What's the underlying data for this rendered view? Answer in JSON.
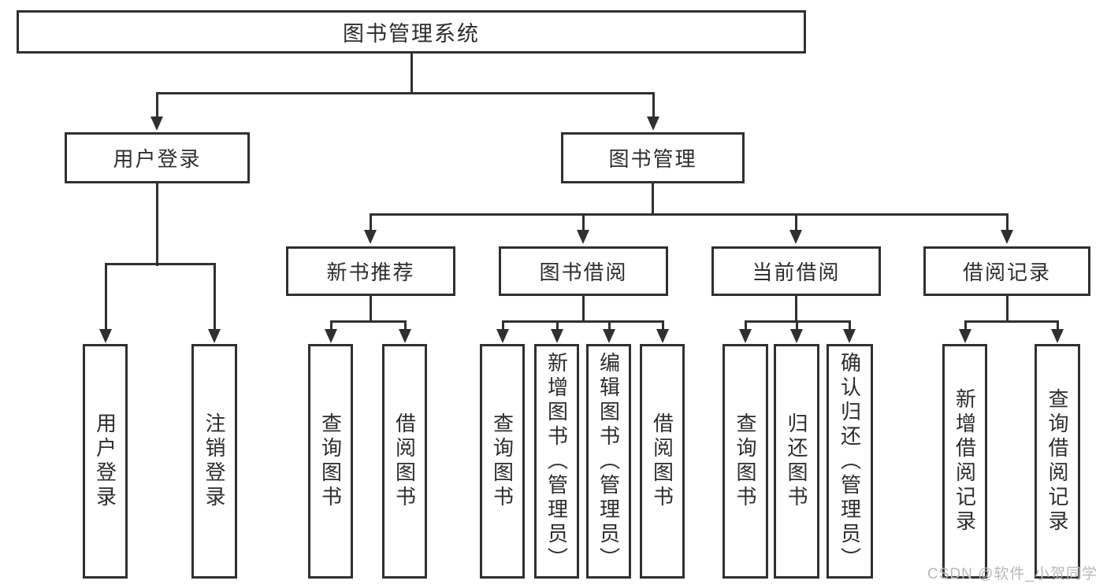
{
  "diagram": {
    "tree": {
      "root": "图书管理系统",
      "children": [
        {
          "label": "用户登录",
          "children": [
            "用户登录",
            "注销登录"
          ]
        },
        {
          "label": "图书管理",
          "children": [
            {
              "label": "新书推荐",
              "children": [
                "查询图书",
                "借阅图书"
              ]
            },
            {
              "label": "图书借阅",
              "children": [
                "查询图书",
                "新增图书（管理员）",
                "编辑图书（管理员）",
                "借阅图书"
              ]
            },
            {
              "label": "当前借阅",
              "children": [
                "查询图书",
                "归还图书",
                "确认归还（管理员）"
              ]
            },
            {
              "label": "借阅记录",
              "children": [
                "新增借阅记录",
                "查询借阅记录"
              ]
            }
          ]
        }
      ]
    },
    "colors": {
      "line": "#303030",
      "text": "#2d2d2d",
      "background": "#ffffff",
      "watermark": "#b9b9b9"
    }
  },
  "watermark": "CSDN @软件_小贺同学"
}
